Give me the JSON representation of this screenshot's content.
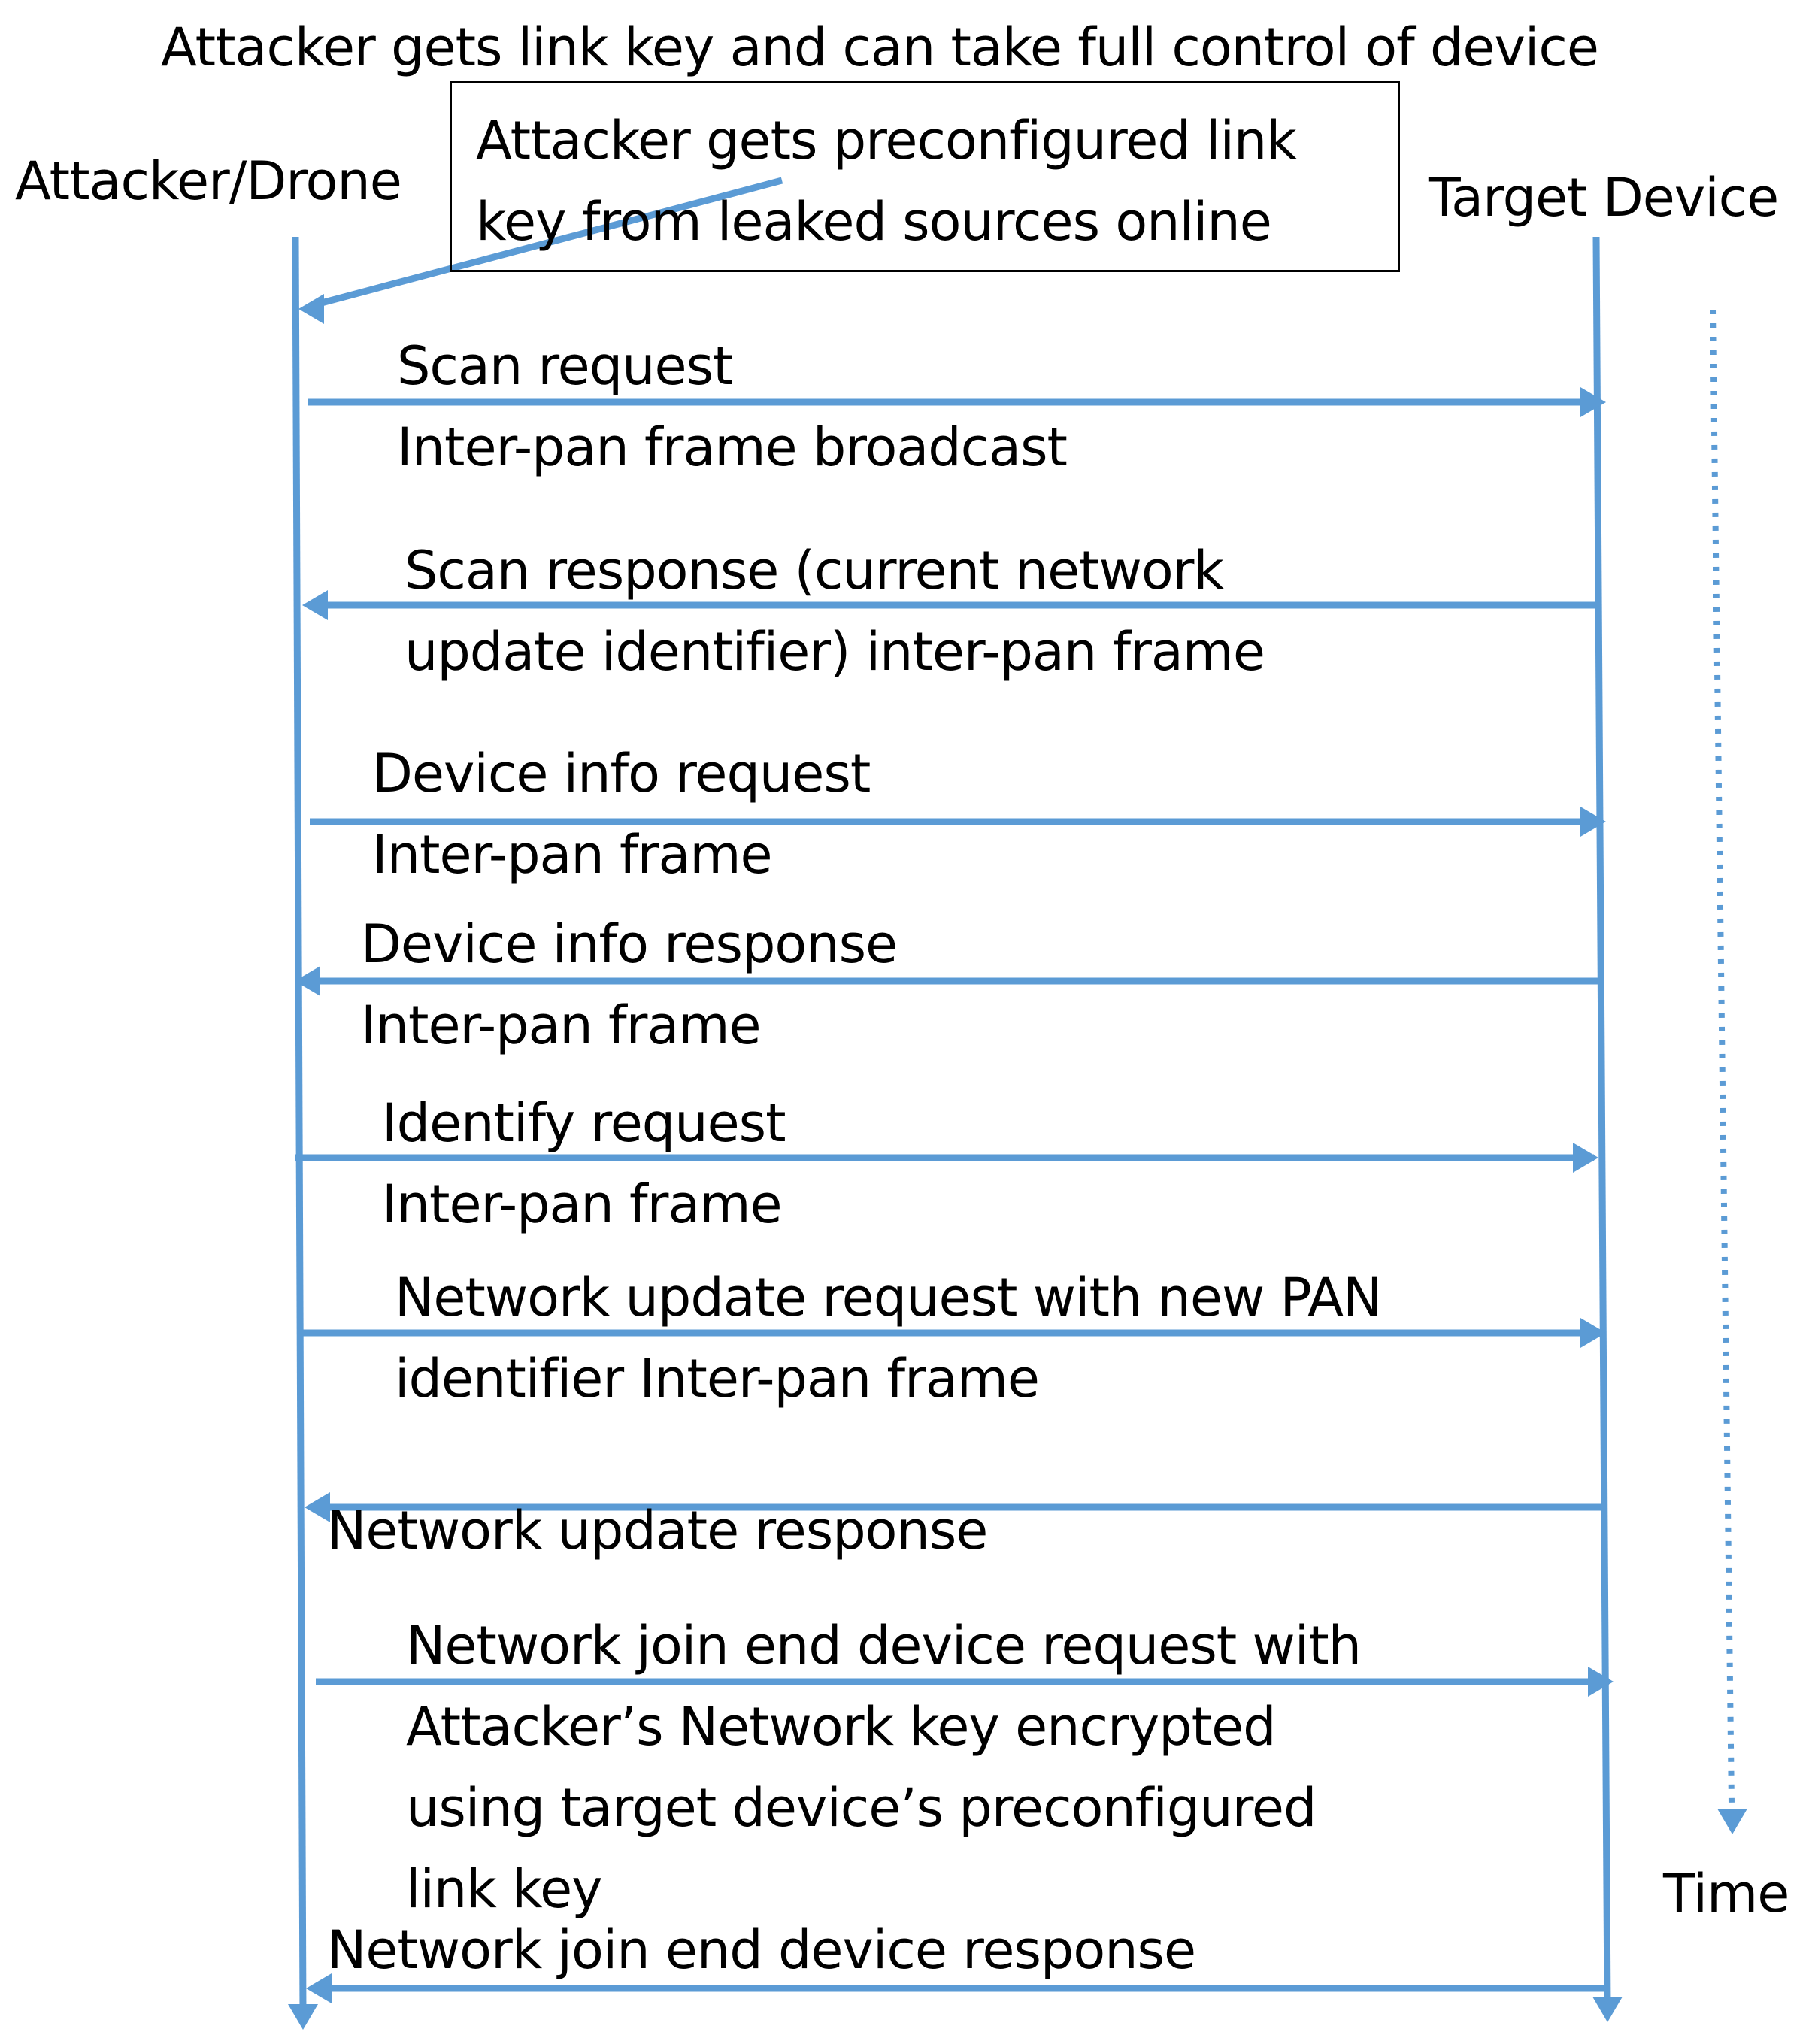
{
  "title": "Attacker gets link key and can take full control of device",
  "actors": {
    "attacker": "Attacker/Drone",
    "target": "Target Device"
  },
  "note": "Attacker gets preconfigured link key from leaked sources online",
  "time_label": "Time",
  "colors": {
    "arrow": "#5b9bd5",
    "text": "#000000",
    "note_border": "#000000"
  },
  "messages": [
    {
      "direction": "to-target",
      "lines": [
        "Scan request",
        "Inter-pan frame broadcast"
      ]
    },
    {
      "direction": "to-attacker",
      "lines": [
        "Scan response (current network",
        "update identifier) inter-pan frame"
      ]
    },
    {
      "direction": "to-target",
      "lines": [
        "Device info  request",
        "Inter-pan frame"
      ]
    },
    {
      "direction": "to-attacker",
      "lines": [
        "Device info  response",
        "Inter-pan frame"
      ]
    },
    {
      "direction": "to-target",
      "lines": [
        "Identify request",
        "Inter-pan frame"
      ]
    },
    {
      "direction": "to-target",
      "lines": [
        "Network update request with new PAN",
        "identifier Inter-pan frame"
      ]
    },
    {
      "direction": "to-attacker",
      "lines": [
        "Network update  response"
      ]
    },
    {
      "direction": "to-target",
      "lines": [
        "Network join end device request with",
        "Attacker’s Network key encrypted",
        "using target device’s  preconfigured",
        "link key"
      ]
    },
    {
      "direction": "to-attacker",
      "lines": [
        "Network join end device response"
      ]
    }
  ]
}
